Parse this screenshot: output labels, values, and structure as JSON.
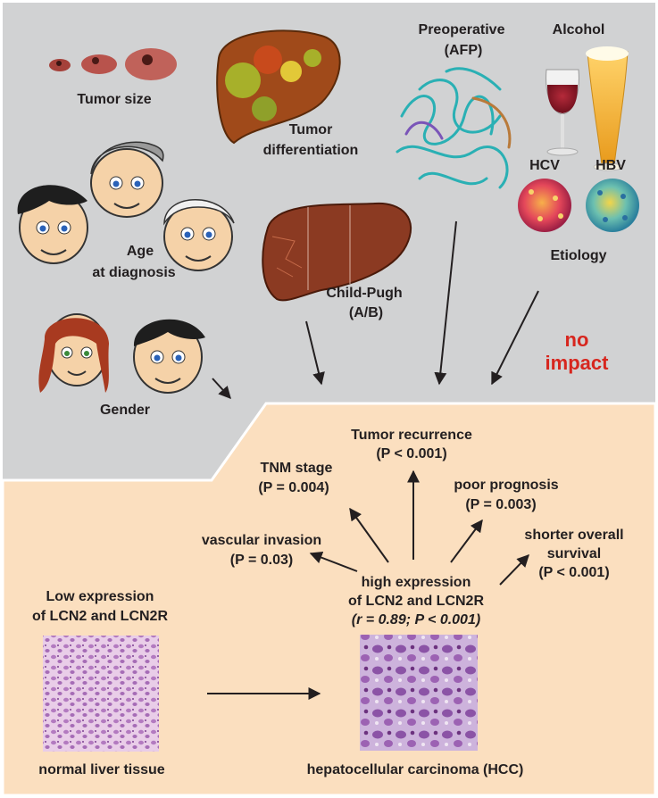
{
  "factors": {
    "tumor_size": "Tumor size",
    "tumor_diff": [
      "Tumor",
      "differentiation"
    ],
    "preoperative": [
      "Preoperative",
      "(AFP)"
    ],
    "alcohol": "Alcohol",
    "hcv": "HCV",
    "hbv": "HBV",
    "etiology": "Etiology",
    "age": [
      "Age",
      "at diagnosis"
    ],
    "child_pugh": [
      "Child-Pugh",
      "(A/B)"
    ],
    "gender": "Gender",
    "no_impact": [
      "no",
      "impact"
    ]
  },
  "outcomes": {
    "tumor_recurrence": [
      "Tumor recurrence",
      "(P < 0.001)"
    ],
    "tnm": [
      "TNM stage",
      "(P = 0.004)"
    ],
    "poor_prognosis": [
      "poor prognosis",
      "(P = 0.003)"
    ],
    "vascular": [
      "vascular invasion",
      "(P = 0.03)"
    ],
    "survival": [
      "shorter overall",
      "survival",
      "(P < 0.001)"
    ],
    "high_expression": [
      "high expression",
      "of LCN2 and LCN2R",
      "(r = 0.89; P < 0.001)"
    ],
    "low_expression": [
      "Low expression",
      "of LCN2 and LCN2R"
    ],
    "normal": "normal liver tissue",
    "hcc": "hepatocellular carcinoma (HCC)"
  },
  "colors": {
    "gray_panel": "#d1d2d3",
    "peach_panel": "#fbdfbf",
    "red_text": "#d7261e",
    "liver_brown": "#7a3a1a"
  }
}
